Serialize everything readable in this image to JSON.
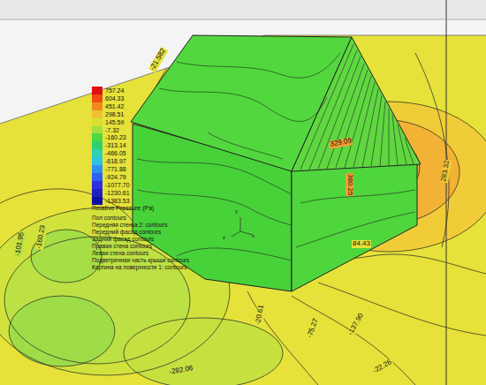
{
  "diagram": {
    "labels": [
      "Relative Pressure (Pa)",
      "Пол contours",
      "Передняя стенка 2: contours",
      "Передний фасад contours",
      "Задний фасад contours",
      "Правая стена contours",
      "Левая стена contours",
      "Подветренная часть крыши contours",
      "Картина на поверхности 1: contours",
      "-21.582",
      "329.09",
      "380.25",
      "283.32",
      "84.43",
      "-101.95",
      "-160.23",
      "-20.61",
      "-75.27",
      "-137.90",
      "-22.26",
      "-282.06",
      "x",
      "y",
      "z"
    ],
    "legend": [
      {
        "text": "757.24",
        "color": "#e01010"
      },
      {
        "text": "604.33",
        "color": "#f04a10"
      },
      {
        "text": "451.42",
        "color": "#f08a20"
      },
      {
        "text": "298.51",
        "color": "#f0c030"
      },
      {
        "text": "145.59",
        "color": "#d8e030"
      },
      {
        "text": "-7.32",
        "color": "#a0e040"
      },
      {
        "text": "-160.23",
        "color": "#50d840"
      },
      {
        "text": "-313.14",
        "color": "#30d070"
      },
      {
        "text": "-466.05",
        "color": "#30d0b0"
      },
      {
        "text": "-618.97",
        "color": "#30c0e0"
      },
      {
        "text": "-771.88",
        "color": "#3090f0"
      },
      {
        "text": "-924.79",
        "color": "#3060f0"
      },
      {
        "text": "-1077.70",
        "color": "#3030e0"
      },
      {
        "text": "-1230.61",
        "color": "#2020c0"
      },
      {
        "text": "-1383.53",
        "color": "#1010a0"
      }
    ]
  }
}
